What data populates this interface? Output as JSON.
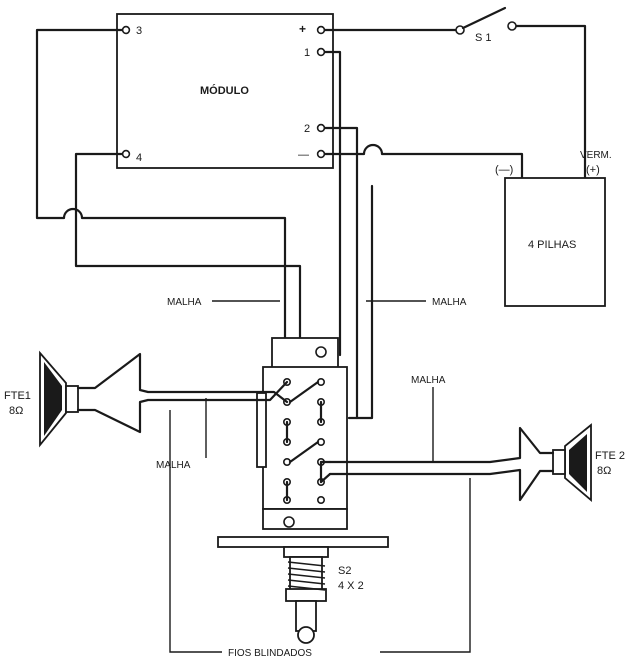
{
  "module": {
    "name": "MÓDULO",
    "pin3": "3",
    "pin4": "4",
    "pin_plus": "+",
    "pin1": "1",
    "pin2": "2",
    "pin_minus": "—"
  },
  "switch_s1": {
    "label": "S 1"
  },
  "battery": {
    "label": "4 PILHAS",
    "neg": "(—)",
    "pos_color": "VERM.",
    "pos": "(+)"
  },
  "speaker1": {
    "name": "FTE1",
    "impedance": "8Ω"
  },
  "speaker2": {
    "name": "FTE 2",
    "impedance": "8Ω"
  },
  "switch_s2": {
    "name": "S2",
    "spec": "4 X 2"
  },
  "labels": {
    "malha_left_top": "MALHA",
    "malha_right_top": "MALHA",
    "malha_right_mid": "MALHA",
    "malha_left_bottom": "MALHA",
    "fios_blindados": "FIOS  BLINDADOS"
  }
}
